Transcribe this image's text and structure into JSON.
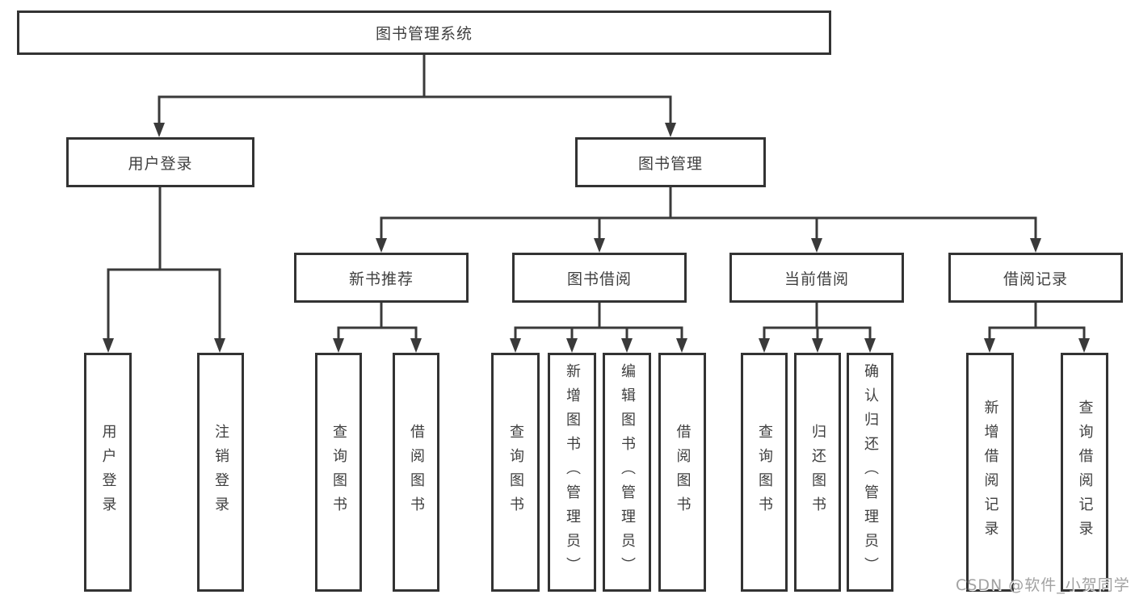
{
  "colors": {
    "line": "#3a3a3a",
    "box_border": "#333333",
    "text": "#3f3f3f",
    "background": "#ffffff",
    "watermark": "#a2a2a2"
  },
  "tree": {
    "label": "图书管理系统",
    "children": [
      {
        "label": "用户登录",
        "children": [
          {
            "label": "用户登录"
          },
          {
            "label": "注销登录"
          }
        ]
      },
      {
        "label": "图书管理",
        "children": [
          {
            "label": "新书推荐",
            "children": [
              {
                "label": "查询图书"
              },
              {
                "label": "借阅图书"
              }
            ]
          },
          {
            "label": "图书借阅",
            "children": [
              {
                "label": "查询图书"
              },
              {
                "label": "新增图书（管理员）"
              },
              {
                "label": "编辑图书（管理员）"
              },
              {
                "label": "借阅图书"
              }
            ]
          },
          {
            "label": "当前借阅",
            "children": [
              {
                "label": "查询图书"
              },
              {
                "label": "归还图书"
              },
              {
                "label": "确认归还（管理员）"
              }
            ]
          },
          {
            "label": "借阅记录",
            "children": [
              {
                "label": "新增借阅记录"
              },
              {
                "label": "查询借阅记录"
              }
            ]
          }
        ]
      }
    ]
  },
  "watermark": {
    "text": "CSDN @软件_小贺同学"
  }
}
